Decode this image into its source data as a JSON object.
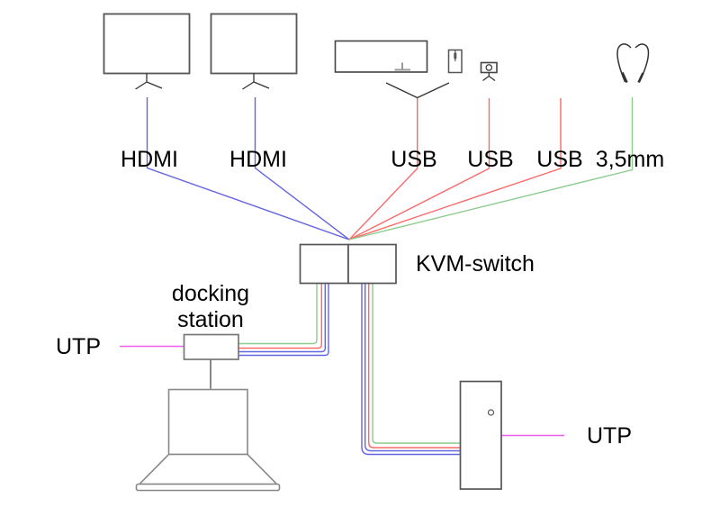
{
  "diagram": {
    "background": "#ffffff",
    "cable_colors": {
      "hdmi": "#6464e0",
      "usb": "#f96a6a",
      "audio": "#8ccc8c",
      "utp": "#ee5fee",
      "generic": "#555555"
    },
    "labels": {
      "hdmi_1": "HDMI",
      "hdmi_2": "HDMI",
      "usb_1": "USB",
      "usb_2": "USB",
      "usb_3": "USB",
      "audio": "3,5mm",
      "kvm": "KVM-switch",
      "docking_line_1": "docking",
      "docking_line_2": "station",
      "utp_left": "UTP",
      "utp_right": "UTP"
    },
    "icons": [
      "monitor-icon",
      "monitor-icon",
      "keyboard-icon",
      "mouse-icon",
      "webcam-icon",
      "headset-icon",
      "kvm-switch-icon",
      "docking-station-icon",
      "laptop-icon",
      "desktop-tower-icon"
    ]
  }
}
